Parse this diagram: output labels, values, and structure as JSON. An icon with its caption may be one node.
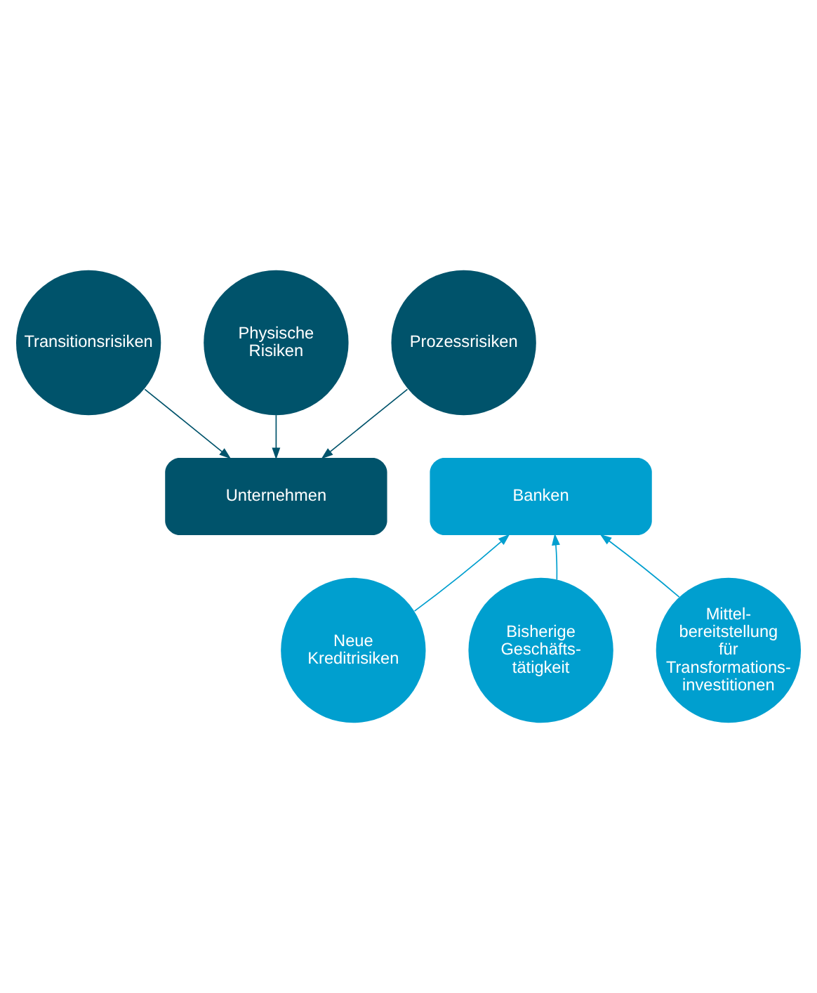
{
  "diagram": {
    "nodes": [
      {
        "text": [
          "Transitionsrisiken"
        ]
      },
      {
        "text": [
          "Physische Risiken"
        ]
      },
      {
        "text": [
          "Prozessrisiken"
        ]
      },
      {
        "text": [
          "Unternehmen"
        ]
      },
      {
        "text": [
          "Banken"
        ]
      },
      {
        "text": [
          "Neue Kreditrisiken"
        ]
      },
      {
        "text": [
          "Bisherige Geschäfts- tätigkeit"
        ]
      },
      {
        "text": [
          "Mittel- bereitstellung für Transformations- investitionen"
        ]
      }
    ],
    "edges": [
      {
        "from": 1,
        "to": 3,
        "arrow": "to"
      },
      {
        "from": 0,
        "to": 3,
        "arrow": "to"
      },
      {
        "from": 2,
        "to": 3,
        "arrow": "to"
      },
      {
        "from": 5,
        "to": 4,
        "arrow": "to",
        "color": "#009fcf"
      },
      {
        "from": 7,
        "to": 4,
        "arrow": "to",
        "color": "#009fcf"
      },
      {
        "from": 6,
        "to": 4,
        "arrow": "to",
        "color": "#009fcf"
      }
    ]
  }
}
